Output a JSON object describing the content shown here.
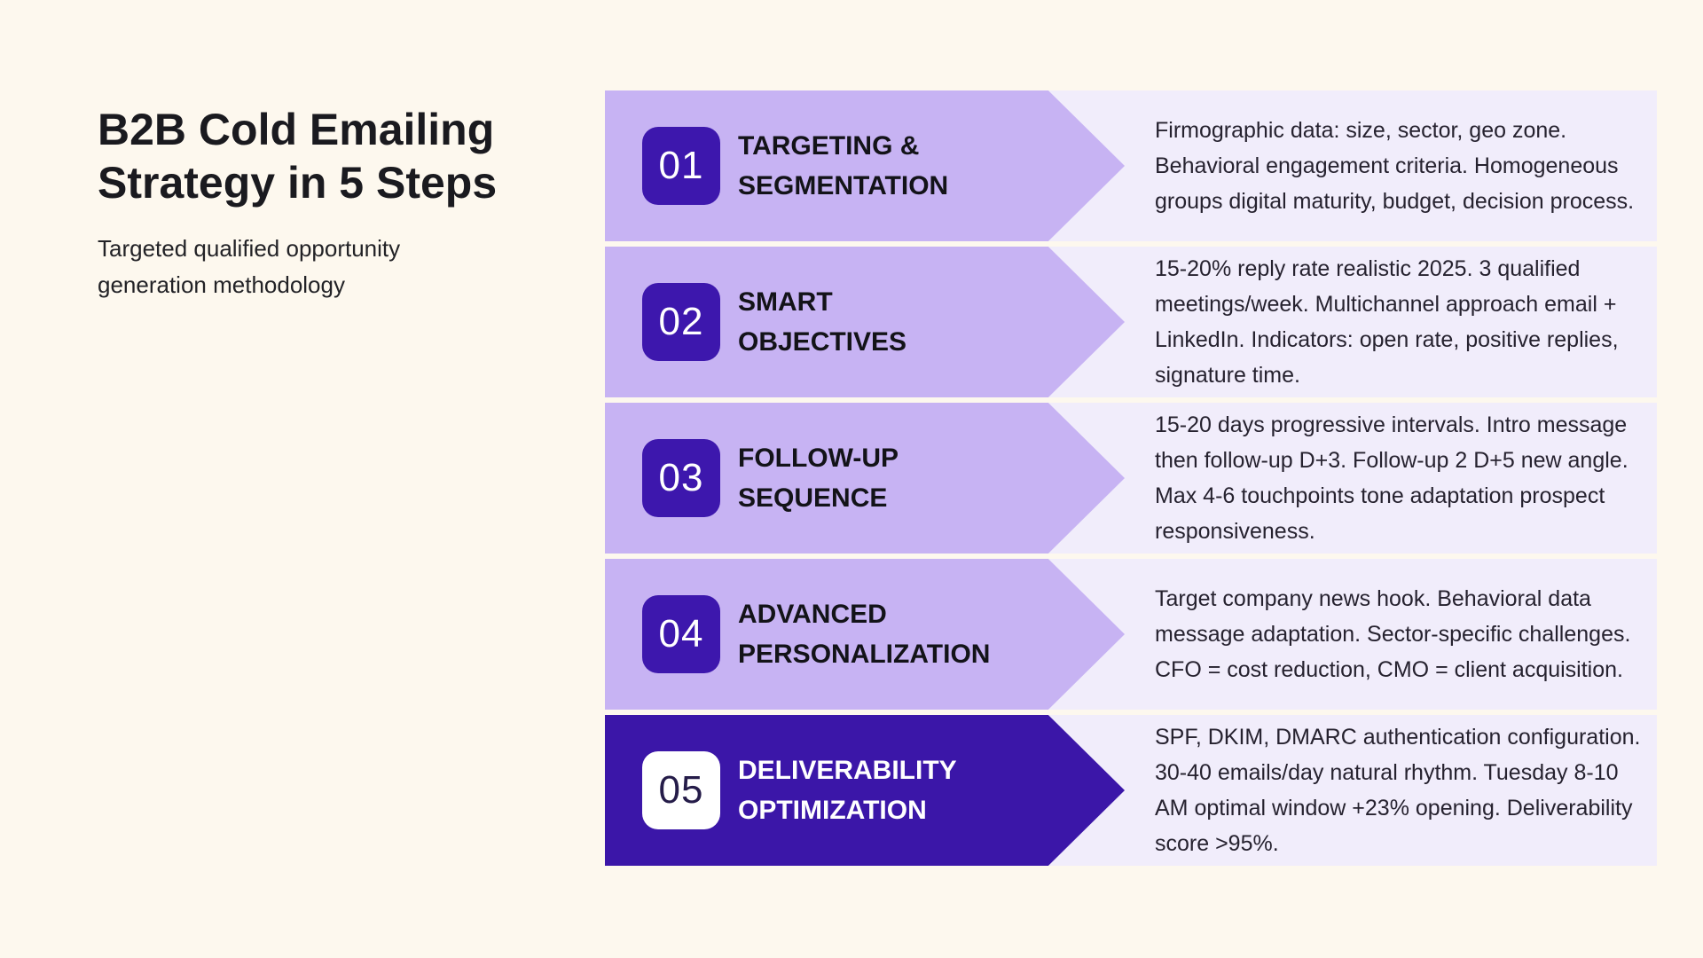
{
  "header": {
    "title_lines": [
      "B2B Cold Emailing",
      "Strategy in 5 Steps"
    ],
    "subtitle_lines": [
      "Targeted qualified opportunity",
      "generation methodology"
    ]
  },
  "steps": [
    {
      "number": "01",
      "title_lines": [
        "TARGETING &",
        "SEGMENTATION"
      ],
      "description": "Firmographic data: size, sector, geo zone. Behavioral engagement criteria. Homogeneous groups digital maturity, budget, decision process.",
      "highlighted": false
    },
    {
      "number": "02",
      "title_lines": [
        "SMART",
        "OBJECTIVES"
      ],
      "description": "15-20% reply rate realistic 2025. 3 qualified meetings/week. Multichannel approach email + LinkedIn. Indicators: open rate, positive replies, signature time.",
      "highlighted": false
    },
    {
      "number": "03",
      "title_lines": [
        "FOLLOW-UP",
        "SEQUENCE"
      ],
      "description": "15-20 days progressive intervals. Intro message then follow-up D+3. Follow-up 2 D+5 new angle. Max 4-6 touchpoints tone adaptation prospect responsiveness.",
      "highlighted": false
    },
    {
      "number": "04",
      "title_lines": [
        "ADVANCED",
        "PERSONALIZATION"
      ],
      "description": "Target company news hook. Behavioral data message adaptation. Sector-specific challenges. CFO = cost reduction, CMO = client acquisition.",
      "highlighted": false
    },
    {
      "number": "05",
      "title_lines": [
        "DELIVERABILITY",
        "OPTIMIZATION"
      ],
      "description": "SPF, DKIM, DMARC authentication configuration. 30-40 emails/day natural rhythm. Tuesday 8-10 AM optimal window +23% opening. Deliverability score >95%.",
      "highlighted": true
    }
  ],
  "colors": {
    "page_background": "#FDF8EE",
    "row_panel": "#F1EDFB",
    "arrow_light": "#C7B3F3",
    "arrow_dark": "#3B16A8",
    "badge_dark": "#3D17AD",
    "badge_light": "#FFFFFF",
    "text_dark": "#131318",
    "text_light": "#FFFFFF"
  }
}
